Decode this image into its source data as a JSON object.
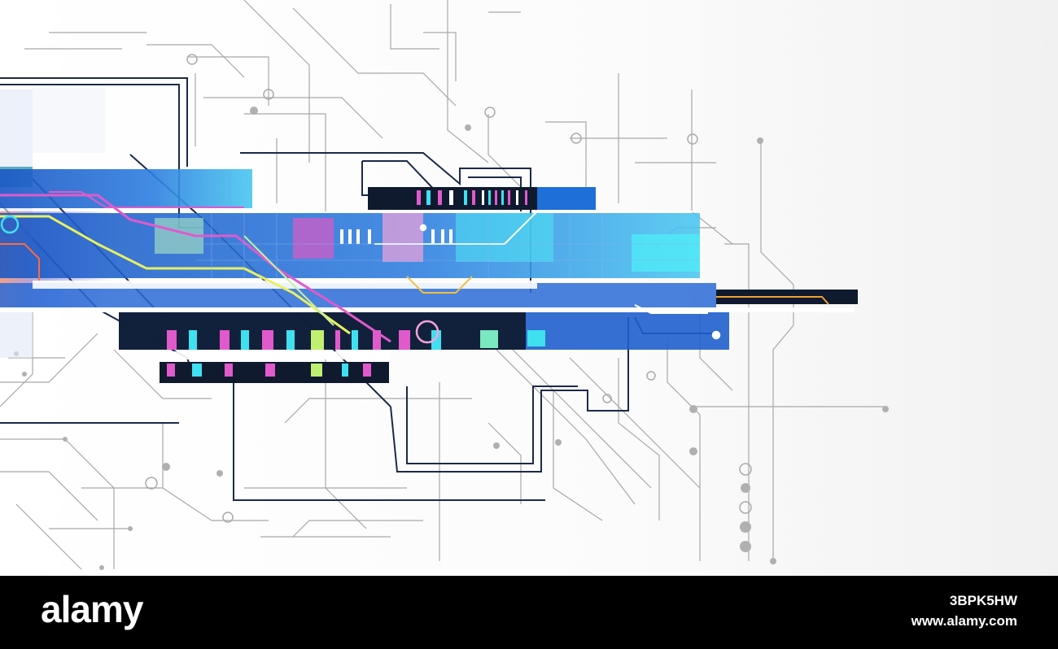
{
  "footer": {
    "logo": "alamy",
    "image_id": "3BPK5HW",
    "url": "www.alamy.com"
  },
  "colors": {
    "footer_background": "#000000",
    "accent_blue": "#1e6fd8",
    "accent_cyan": "#3fe0f0",
    "accent_magenta": "#e05acb",
    "accent_yellow": "#e8f060",
    "dark_navy": "#0f1a2e",
    "trace_gray": "#a0a0a0"
  },
  "icons": {
    "artwork": "circuit-board-illustration"
  }
}
